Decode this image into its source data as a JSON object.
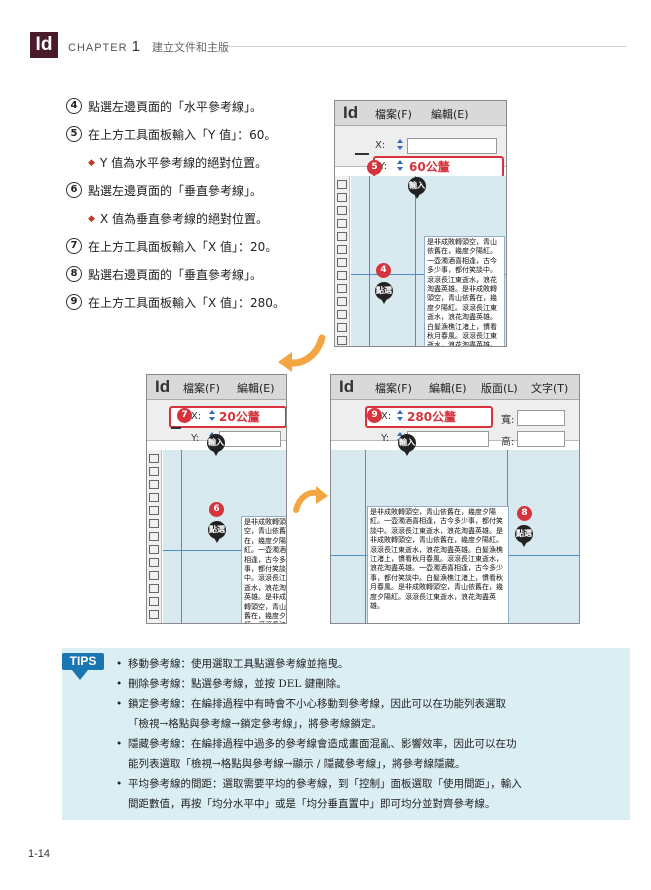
{
  "header": {
    "logo": "Id",
    "chapter_label": "CHAPTER",
    "chapter_num": "1",
    "chapter_title": "建立文件和主版"
  },
  "steps": [
    {
      "num": "4",
      "text": "點選左邊頁面的「水平參考線」。"
    },
    {
      "num": "5",
      "text": "在上方工具面板輸入「Y 值」：60。"
    },
    {
      "num": "",
      "text": "Y 值為水平參考線的絕對位置。",
      "sub": true
    },
    {
      "num": "6",
      "text": "點選左邊頁面的「垂直參考線」。"
    },
    {
      "num": "",
      "text": "X 值為垂直參考線的絕對位置。",
      "sub": true
    },
    {
      "num": "7",
      "text": "在上方工具面板輸入「X 值」：20。"
    },
    {
      "num": "8",
      "text": "點選右邊頁面的「垂直參考線」。"
    },
    {
      "num": "9",
      "text": "在上方工具面板輸入「X 值」：280。"
    }
  ],
  "shot_top": {
    "app": "Id",
    "menu": [
      "檔案(F)",
      "編輯(E)"
    ],
    "x_label": "X:",
    "y_label": "Y:",
    "y_value": "60公釐",
    "badge_input": "5",
    "pin_input": "輸入",
    "badge_click": "4",
    "pin_click": "點選",
    "text": "是非成敗轉頭空，青山依舊在，幾度夕陽紅。一壺濁酒喜相逢，古今多少事，都付笑談中。滾滾長江東逝水，浪花淘盡英雄。是非成敗轉頭空，青山依舊在，幾度夕陽紅。滾滾長江東逝水，浪花淘盡英雄。白髮漁樵江渚上，慣看秋月春風。滾滾長江東逝水，浪花淘盡英雄。一壺濁酒喜相逢，古今多少事，都付笑談中。白髮漁樵江渚上，慣看秋月春風。是非成敗轉頭空，青山依舊在，幾度夕陽紅。滾滾長江東逝水，浪花淘盡英雄。"
  },
  "shot_left": {
    "app": "Id",
    "menu": [
      "檔案(F)",
      "編輯(E)"
    ],
    "x_label": "X:",
    "y_label": "Y:",
    "x_value": "20公釐",
    "badge_input": "7",
    "pin_input": "輸入",
    "badge_click": "6",
    "pin_click": "點選",
    "text": "是非成敗轉頭空，青山依舊在，幾度夕陽紅。一壺濁酒喜相逢，古今多少事，都付笑談中。滾滾長江東逝水，浪花淘盡英雄。是非成敗轉頭空，青山依舊在，幾度夕陽紅。滾滾長江東逝水，浪花淘盡英雄。白髮漁樵江渚上，慣看秋月春風。滾滾長江東逝水，浪花淘盡英雄。一壺濁酒喜相逢，古今多少事，都付笑談中。白髮漁樵江渚上，慣看秋月春風。是非成敗轉頭空，青山依舊在。"
  },
  "shot_right": {
    "app": "Id",
    "menu": [
      "檔案(F)",
      "編輯(E)",
      "版面(L)",
      "文字(T)"
    ],
    "x_label": "X:",
    "y_label": "Y:",
    "w_label": "寬:",
    "h_label": "高:",
    "x_value": "280公釐",
    "badge_input": "9",
    "pin_input": "輸入",
    "badge_click": "8",
    "pin_click": "點選",
    "text": "是非成敗轉頭空，青山依舊在，幾度夕陽紅。一壺濁酒喜相逢，古今多少事，都付笑談中。滾滾長江東逝水，浪花淘盡英雄。是非成敗轉頭空，青山依舊在，幾度夕陽紅。滾滾長江東逝水，浪花淘盡英雄。白髮漁樵江渚上，慣看秋月春風。滾滾長江東逝水，浪花淘盡英雄。一壺濁酒喜相逢，古今多少事，都付笑談中。白髮漁樵江渚上，慣看秋月春風。是非成敗轉頭空，青山依舊在，幾度夕陽紅。滾滾長江東逝水，浪花淘盡英雄。"
  },
  "tips": {
    "badge": "TIPS",
    "items": [
      [
        "移動參考線：使用選取工具點選參考線並拖曳。"
      ],
      [
        "刪除參考線：點選參考線，並按 DEL 鍵刪除。"
      ],
      [
        "鎖定參考線：在編排過程中有時會不小心移動到參考線，因此可以在功能列表選取",
        "「檢視→格點與參考線→鎖定參考線」，將參考線鎖定。"
      ],
      [
        "隱藏參考線：在編排過程中過多的參考線會造成畫面混亂、影響效率，因此可以在功",
        "能列表選取「檢視→格點與參考線→顯示 / 隱藏參考線」，將參考線隱藏。"
      ],
      [
        "平均參考線的間距：選取需要平均的參考線，到「控制」面板選取「使用間距」，輸入",
        "間距數值，再按「均分水平中」或是「均分垂直置中」即可均分並對齊參考線。"
      ]
    ]
  },
  "page_number": "1-14",
  "colors": {
    "accent_red": "#d6333d",
    "tips_blue": "#1a76b3",
    "tips_bg": "#dbeef4",
    "guide": "#4d8fc7",
    "arrow": "#f2a541"
  }
}
